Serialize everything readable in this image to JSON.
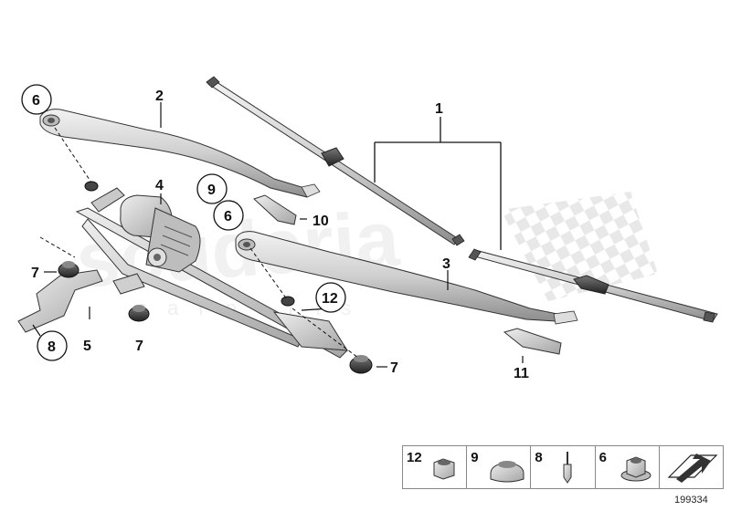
{
  "watermark": {
    "main": "scuderia",
    "sub": "c a r   p a r t s"
  },
  "callouts": [
    {
      "id": "c1",
      "label": "1"
    },
    {
      "id": "c2",
      "label": "2"
    },
    {
      "id": "c3",
      "label": "3"
    },
    {
      "id": "c4",
      "label": "4"
    },
    {
      "id": "c5",
      "label": "5"
    },
    {
      "id": "c6a",
      "label": "6"
    },
    {
      "id": "c6b",
      "label": "6"
    },
    {
      "id": "c7a",
      "label": "7"
    },
    {
      "id": "c7b",
      "label": "7"
    },
    {
      "id": "c7c",
      "label": "7"
    },
    {
      "id": "c8",
      "label": "8"
    },
    {
      "id": "c9",
      "label": "9"
    },
    {
      "id": "c10",
      "label": "10"
    },
    {
      "id": "c11",
      "label": "11"
    },
    {
      "id": "c12",
      "label": "12"
    }
  ],
  "legend": [
    {
      "label": "12",
      "icon": "nut-icon"
    },
    {
      "label": "9",
      "icon": "bushing-icon"
    },
    {
      "label": "8",
      "icon": "blind-rivet-icon"
    },
    {
      "label": "6",
      "icon": "flange-nut-icon"
    },
    {
      "label": "",
      "icon": "direction-arrow-icon"
    }
  ],
  "diagram_id": "199334"
}
